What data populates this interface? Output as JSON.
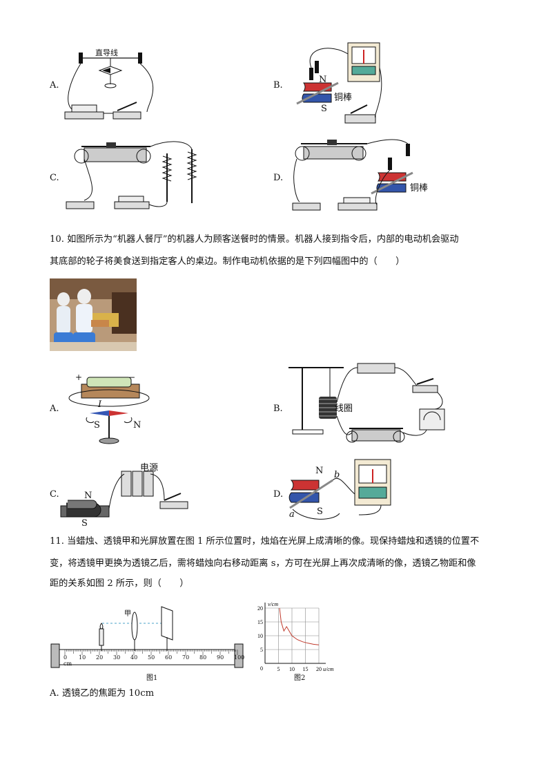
{
  "options_q9": {
    "a": {
      "letter": "A.",
      "wire_label": "直导线"
    },
    "b": {
      "letter": "B.",
      "n_label": "N",
      "s_label": "S",
      "rod_label": "铜棒"
    },
    "c": {
      "letter": "C."
    },
    "d": {
      "letter": "D.",
      "rod_label": "铜棒"
    }
  },
  "q10": {
    "line1": "10. 如图所示为“机器人餐厅”的机器人为顾客送餐时的情景。机器人接到指令后，内部的电动机会驱动",
    "line2": "其底部的轮子将美食送到指定客人的桌边。制作电动机依据的是下列四幅图中的（　　）",
    "options": {
      "a": {
        "letter": "A.",
        "s_label": "S",
        "n_label": "N",
        "current_label": "I",
        "plus": "+",
        "minus": "−"
      },
      "b": {
        "letter": "B.",
        "coil_label": "线圈"
      },
      "c": {
        "letter": "C.",
        "power_label": "电源",
        "n_label": "N",
        "s_label": "S"
      },
      "d": {
        "letter": "D.",
        "n_label": "N",
        "s_label": "S",
        "a_label": "a",
        "b_label": "b"
      }
    }
  },
  "q11": {
    "line1": "11. 当蜡烛、透镜甲和光屏放置在图 1 所示位置时，烛焰在光屏上成清晰的像。现保持蜡烛和透镜的位置不",
    "line2": "变，将透镜甲更换为透镜乙后，需将蜡烛向右移动距离 s，方可在光屏上再次成清晰的像，透镜乙物距和像",
    "line3": "距的关系如图 2 所示，则（　　）",
    "fig1": {
      "caption": "图1",
      "lens_label": "甲",
      "ruler_labels": [
        "0 cm",
        "10",
        "20",
        "30",
        "40",
        "50",
        "60",
        "70",
        "80",
        "90",
        "100"
      ]
    },
    "fig2": {
      "caption": "图2",
      "ylabel": "v/cm",
      "xlabel": "u/cm",
      "yticks": [
        "5",
        "10",
        "15",
        "20"
      ],
      "xticks": [
        "5",
        "10",
        "15",
        "20"
      ],
      "origin": "0"
    },
    "option_a": "A.  透镜乙的焦距为 10cm"
  },
  "chart_data": {
    "type": "line",
    "title": "",
    "xlabel": "u/cm",
    "ylabel": "v/cm",
    "xlim": [
      0,
      20
    ],
    "ylim": [
      0,
      20
    ],
    "grid": true,
    "series": [
      {
        "x": [
          5.4,
          6,
          7,
          8,
          10,
          12,
          14,
          16,
          18,
          20
        ],
        "y": [
          20,
          15,
          11.7,
          13.3,
          10,
          8.6,
          7.8,
          7.3,
          6.9,
          6.7
        ]
      }
    ]
  }
}
